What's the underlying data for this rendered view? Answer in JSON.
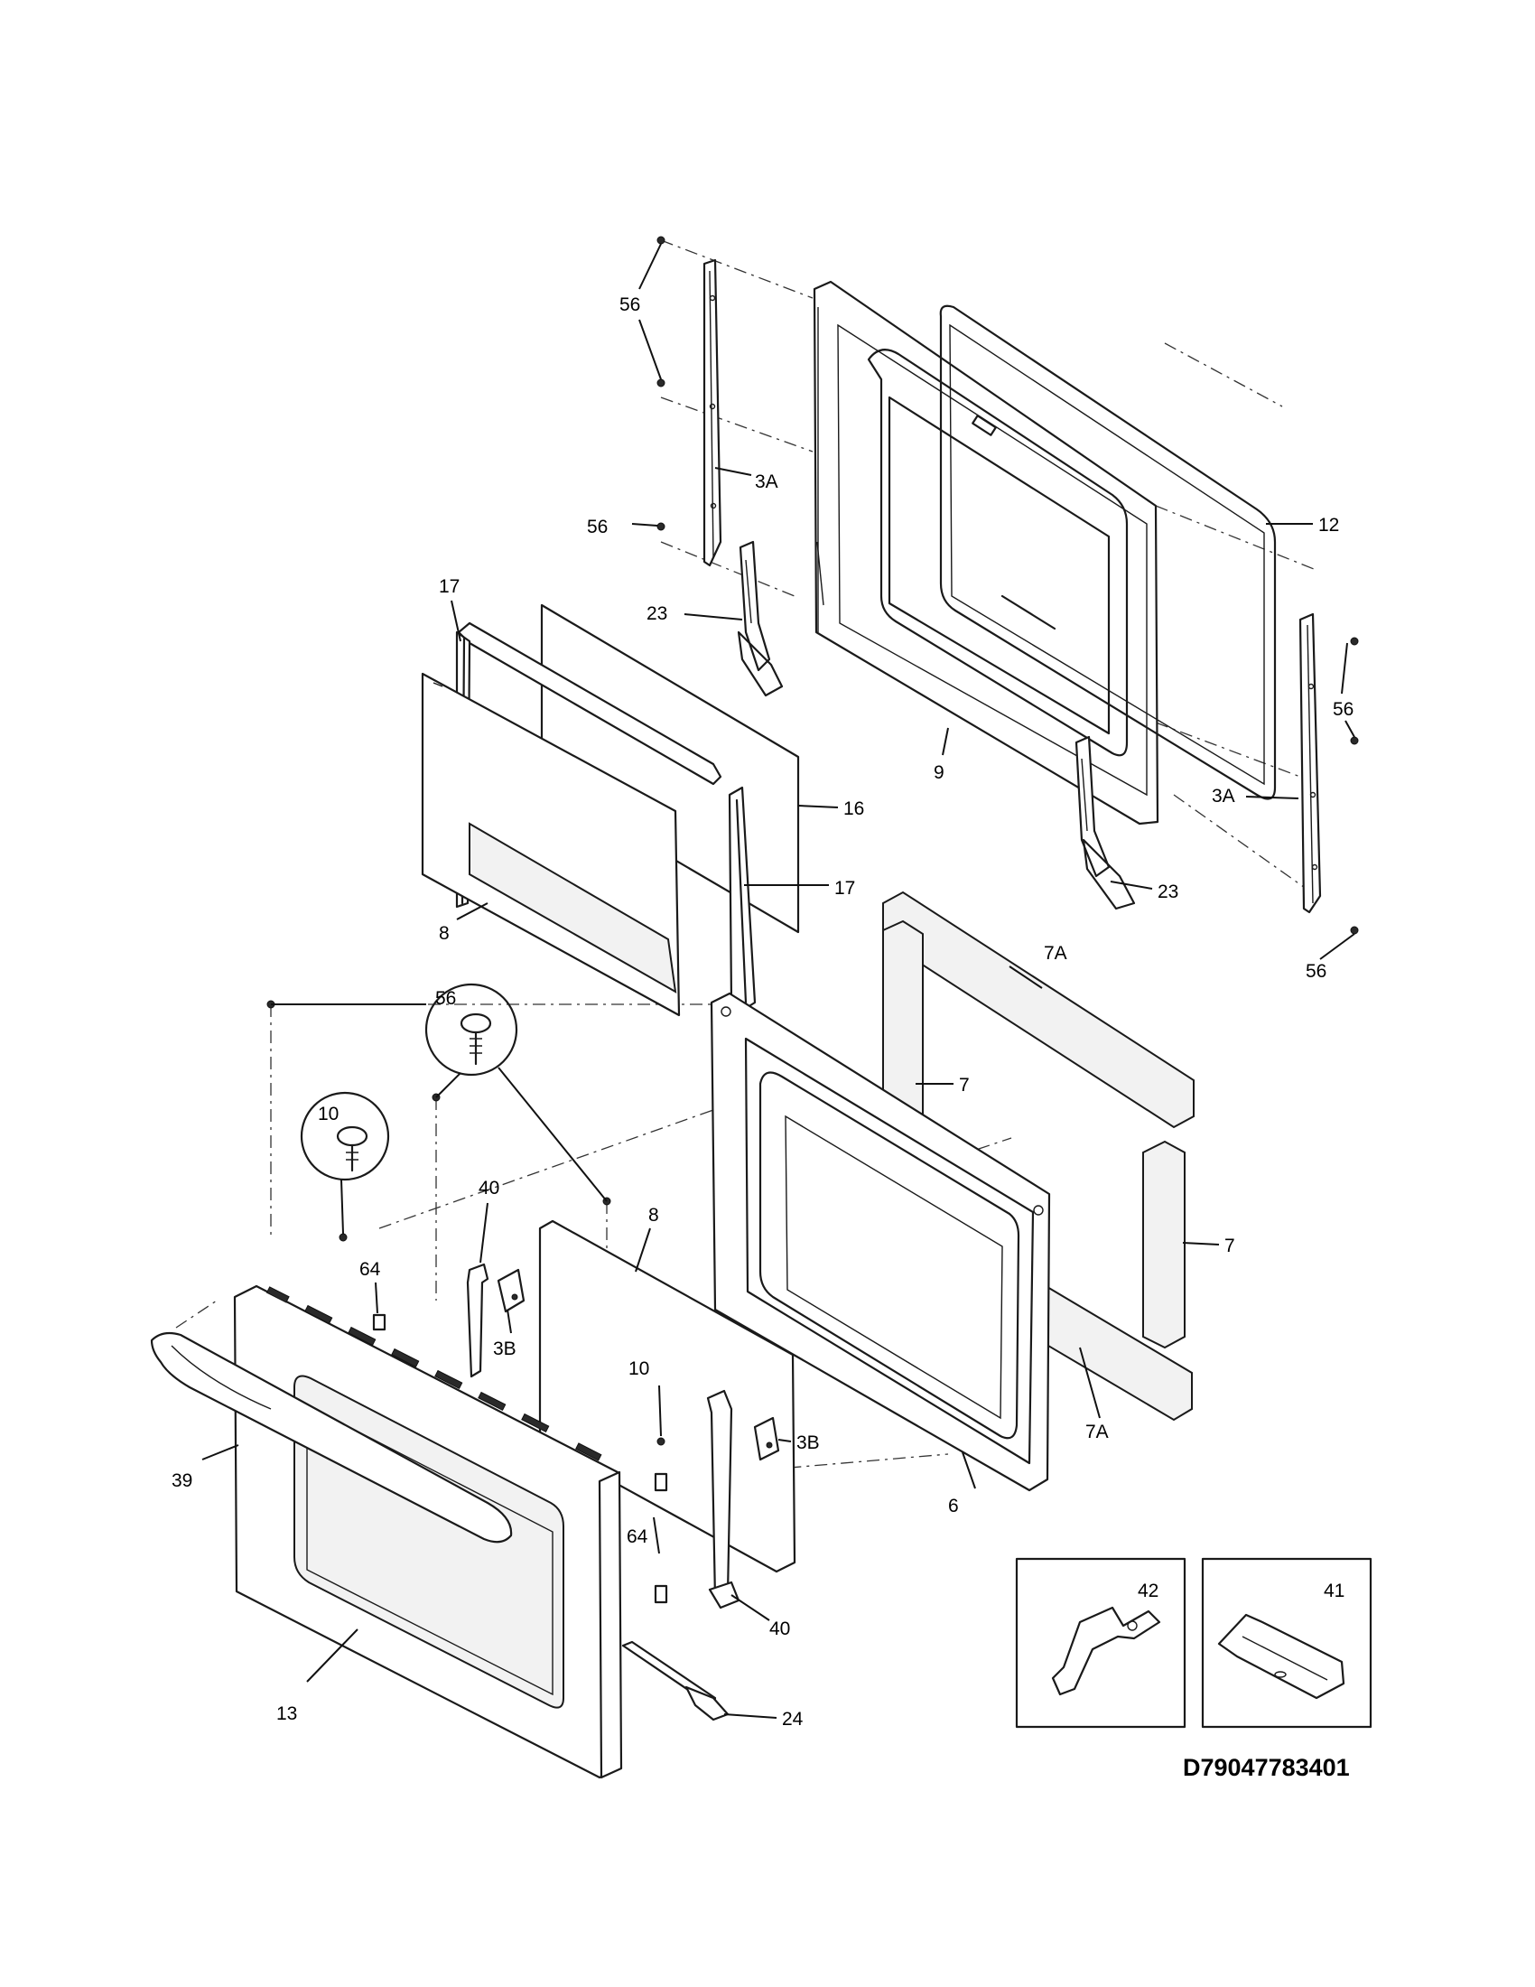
{
  "diagram_code": "D79047783401",
  "callouts": {
    "c56_top": "56",
    "c56_mid": "56",
    "c3A_left": "3A",
    "c56_left": "56",
    "c12": "12",
    "c23_left": "23",
    "c17_top": "17",
    "c9": "9",
    "c56_right": "56",
    "c3A_right": "3A",
    "c16": "16",
    "c17_right": "17",
    "c23_right": "23",
    "c8_left": "8",
    "c56_bottom_right": "56",
    "c7A_top": "7A",
    "c56_circle": "56",
    "c7_top": "7",
    "c10_circle": "10",
    "c40_top": "40",
    "c8_mid": "8",
    "c7_right": "7",
    "c64_top": "64",
    "c3B_left": "3B",
    "c10_mid": "10",
    "c3B_right": "3B",
    "c7A_bottom": "7A",
    "c39": "39",
    "c6": "6",
    "c64_bottom": "64",
    "c40_bottom": "40",
    "c42": "42",
    "c41": "41",
    "c13": "13",
    "c24": "24"
  }
}
